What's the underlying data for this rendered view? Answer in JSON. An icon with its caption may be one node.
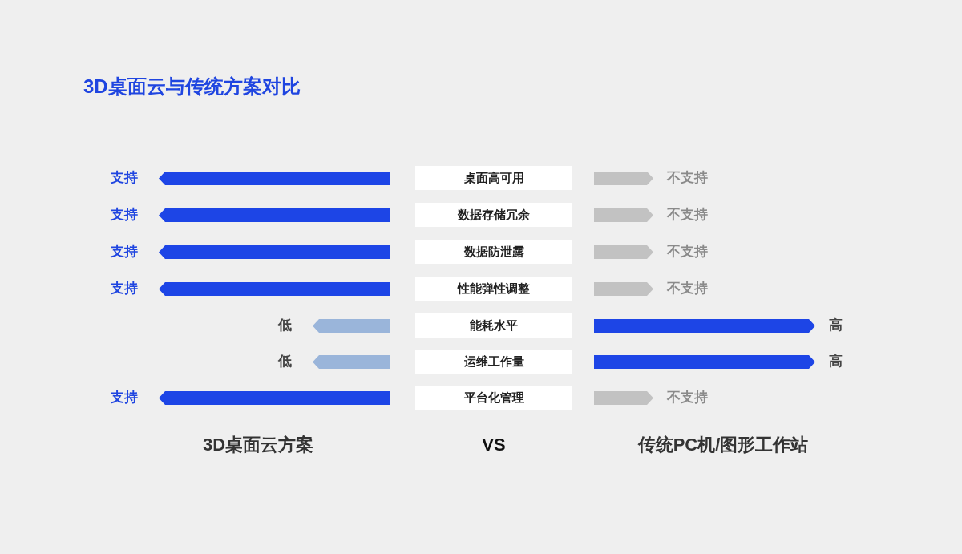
{
  "diagram": {
    "title": "3D桌面云与传统方案对比",
    "nodes": [
      {
        "text": [
          "桌面高可用"
        ]
      },
      {
        "text": [
          "数据存储冗余"
        ]
      },
      {
        "text": [
          "数据防泄露"
        ]
      },
      {
        "text": [
          "性能弹性调整"
        ]
      },
      {
        "text": [
          "能耗水平"
        ]
      },
      {
        "text": [
          "运维工作量"
        ]
      },
      {
        "text": [
          "平台化管理"
        ]
      }
    ],
    "labels": [
      "支持",
      "不支持",
      "支持",
      "不支持",
      "支持",
      "不支持",
      "支持",
      "不支持",
      "低",
      "高",
      "低",
      "高",
      "支持",
      "不支持",
      "3D桌面云方案",
      "VS",
      "传统PC机/图形工作站"
    ]
  }
}
